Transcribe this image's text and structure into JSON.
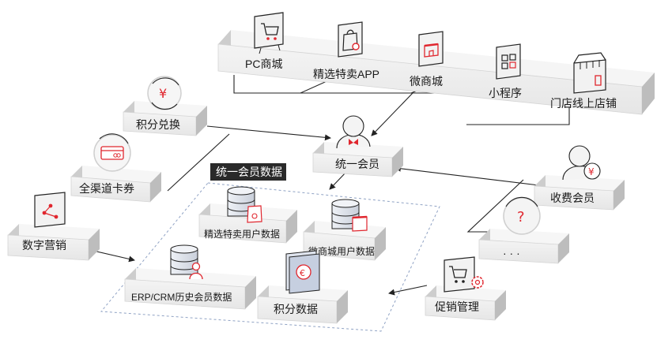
{
  "channels": [
    {
      "key": "pc",
      "label": "PC商城",
      "icon": "cart-icon"
    },
    {
      "key": "app",
      "label": "精选特卖APP",
      "icon": "shopping-bag-icon"
    },
    {
      "key": "weishop",
      "label": "微商城",
      "icon": "storefront-icon"
    },
    {
      "key": "miniapp",
      "label": "小程序",
      "icon": "grid-icon"
    },
    {
      "key": "store",
      "label": "门店线上店铺",
      "icon": "shop-awning-icon"
    }
  ],
  "nodes": {
    "points_exchange": {
      "label": "积分兑换",
      "icon": "yen-coin-icon"
    },
    "coupon": {
      "label": "全渠道卡券",
      "icon": "card-icon"
    },
    "digital_marketing": {
      "label": "数字营销",
      "icon": "share-icon"
    },
    "unified_member": {
      "label": "统一会员",
      "icon": "member-avatar-icon"
    },
    "paid_member": {
      "label": "收费会员",
      "icon": "paid-member-icon"
    },
    "more": {
      "label": "· · ·",
      "icon": "question-icon"
    },
    "promotion": {
      "label": "促销管理",
      "icon": "cart-gear-icon"
    }
  },
  "data_group": {
    "title": "统一会员数据",
    "items": [
      {
        "key": "app_users",
        "label": "精选特卖用户数据",
        "icon": "database-bag-icon"
      },
      {
        "key": "weishop_users",
        "label": "微商城用户数据",
        "icon": "database-store-icon"
      },
      {
        "key": "erp_crm",
        "label": "ERP/CRM历史会员数据",
        "icon": "database-user-icon"
      },
      {
        "key": "points",
        "label": "积分数据",
        "icon": "points-doc-icon"
      }
    ]
  },
  "colors": {
    "accent": "#e0262e",
    "box_top": "#f0f0f0",
    "box_side": "#cfcfcf",
    "line": "#222222",
    "group_border": "#8fa2c4"
  }
}
